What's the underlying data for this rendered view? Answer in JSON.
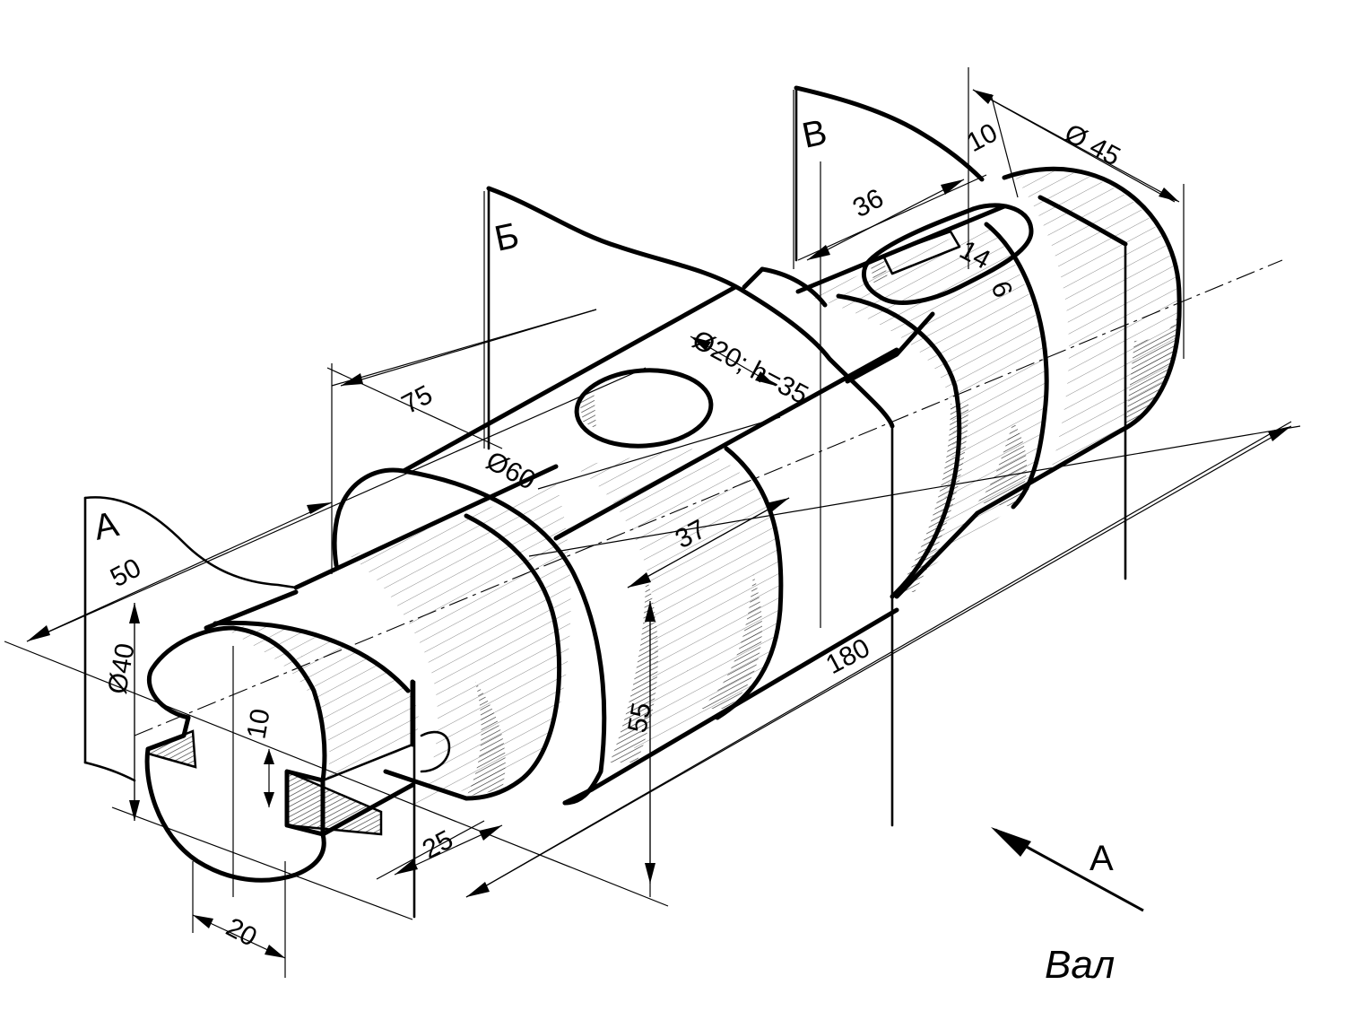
{
  "title": "Вал",
  "view_arrow_label": "А",
  "planes": {
    "a": "А",
    "b": "Б",
    "v": "В"
  },
  "dimensions": {
    "len_50": "50",
    "len_75": "75",
    "len_37": "37",
    "len_180": "180",
    "len_36": "36",
    "len_10_top": "10",
    "dia_45": "Ø 45",
    "dia_60": "Ø60",
    "hole": "Ø20; h=35",
    "key_14": "14",
    "key_6": "6",
    "dia_40": "Ø40",
    "slot_10": "10",
    "dim_55": "55",
    "len_25": "25",
    "len_20": "20"
  }
}
